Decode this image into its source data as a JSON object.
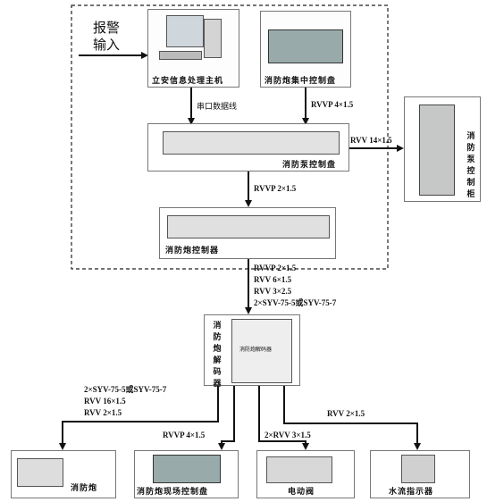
{
  "alarm": {
    "line1": "报警",
    "line2": "输入"
  },
  "devices": {
    "host": "立安信息处理主机",
    "center_panel": "消防炮集中控制盘",
    "pump_panel": "消防泵控制盘",
    "cannon_ctrl": "消防炮控制器",
    "pump_cabinet": "消防泵控制柜",
    "decoder": "消防炮解码器",
    "decoder_screen": "消防炮解码器",
    "cannon": "消防炮",
    "field_panel": "消防炮现场控制盘",
    "valve": "电动阀",
    "flow": "水流指示器"
  },
  "cables": {
    "serial": "串口数据线",
    "center_to_pump": "RVVP 4×1.5",
    "pump_to_cabinet": "RVV 14×1.5",
    "pump_to_ctrl": "RVVP 2×1.5",
    "ctrl_to_decoder": [
      "RVVP 2×1.5",
      "RVV 6×1.5",
      "RVV 3×2.5",
      "2×SYV-75-5或SYV-75-7"
    ],
    "decoder_to_cannon": [
      "2×SYV-75-5或SYV-75-7",
      "RVV 16×1.5",
      "RVV 2×1.5"
    ],
    "decoder_to_field": "RVVP 4×1.5",
    "decoder_to_valve": "2×RVV 3×1.5",
    "decoder_to_flow": "RVV  2×1.5"
  },
  "colors": {
    "line": "#111111",
    "dashed": "#222222"
  }
}
